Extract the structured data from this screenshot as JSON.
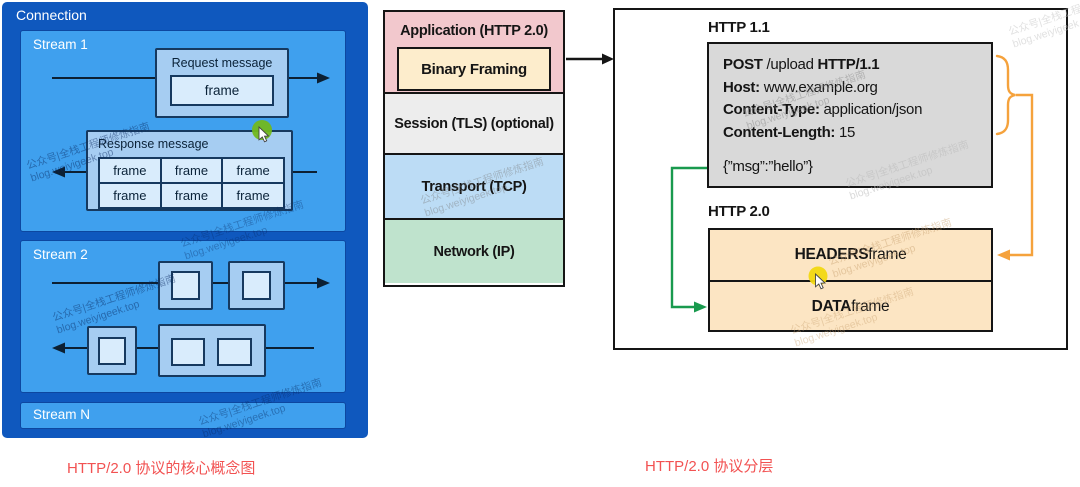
{
  "captions": {
    "left": "HTTP/2.0 协议的核心概念图",
    "right": "HTTP/2.0 协议分层"
  },
  "connection": {
    "title": "Connection",
    "stream1": {
      "label": "Stream 1",
      "request": {
        "label": "Request message",
        "frame": "frame"
      },
      "response": {
        "label": "Response message",
        "frames": [
          "frame",
          "frame",
          "frame",
          "frame",
          "frame",
          "frame"
        ]
      }
    },
    "stream2": {
      "label": "Stream 2"
    },
    "streamN": {
      "label": "Stream N"
    }
  },
  "stack": {
    "layers": [
      {
        "label": "Application (HTTP 2.0)"
      },
      {
        "label": "Binary Framing"
      },
      {
        "label": "Session (TLS) (optional)"
      },
      {
        "label": "Transport (TCP)"
      },
      {
        "label": "Network (IP)"
      }
    ]
  },
  "http11": {
    "title": "HTTP 1.1",
    "request_lines": [
      {
        "b1": "POST",
        "t1": " /upload ",
        "b2": "HTTP/1.1"
      },
      {
        "b1": "Host:",
        "t1": " www.example.org",
        "b2": ""
      },
      {
        "b1": "Content-Type:",
        "t1": " application/json",
        "b2": ""
      },
      {
        "b1": "Content-Length:",
        "t1": " 15",
        "b2": ""
      }
    ],
    "body": "{”msg”:”hello”}"
  },
  "http20": {
    "title": "HTTP 2.0",
    "frames": [
      {
        "b": "HEADERS",
        "t": " frame"
      },
      {
        "b": "DATA",
        "t": " frame"
      }
    ]
  },
  "watermark": {
    "line1": "公众号|全栈工程师修炼指南",
    "line2": "blog.weiyigeek.top"
  },
  "colors": {
    "connection_bg": "#0f58be",
    "stream_bg": "#3fa0ee",
    "message_box_bg": "#a6cdf2",
    "frame_bg": "#d9ecfc",
    "stack_pink": "#f2c8cd",
    "stack_cream": "#fdedcc",
    "stack_gray": "#ededed",
    "stack_blue": "#bcdcf5",
    "stack_green": "#bfe3cd",
    "http11_box_bg": "#d9d9d9",
    "http20_frame_bg": "#fce5c3",
    "arrow_orange": "#f5a23c",
    "arrow_green": "#199a4e",
    "caption_red": "#f25252",
    "cursor_dot_green": "#72b81e",
    "cursor_dot_yellow": "#f2d812"
  }
}
